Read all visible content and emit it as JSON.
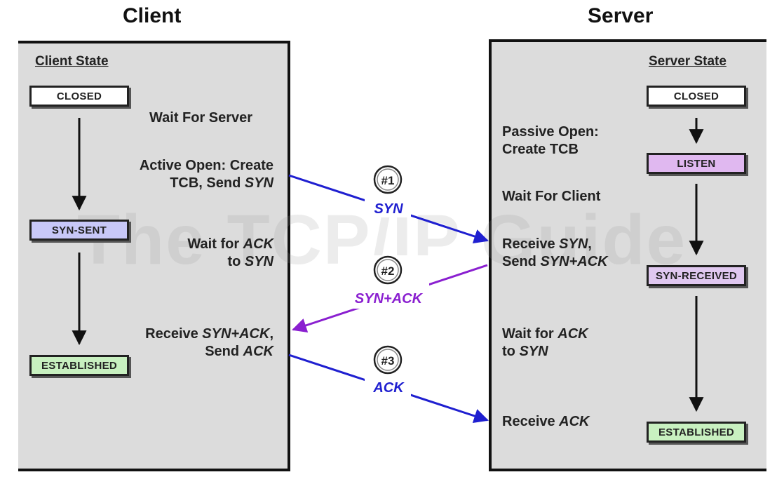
{
  "titles": {
    "client": "Client",
    "server": "Server"
  },
  "client": {
    "state_heading": "Client State",
    "states": [
      "CLOSED",
      "SYN-SENT",
      "ESTABLISHED"
    ],
    "labels": {
      "wait_server": "Wait For Server",
      "active_open_1": "Active Open: Create",
      "active_open_2a": "TCB, Send ",
      "active_open_2b": "SYN",
      "wait_ack_1a": "Wait for ",
      "wait_ack_1b": "ACK",
      "wait_ack_2a": "to ",
      "wait_ack_2b": "SYN",
      "receive_1a": "Receive ",
      "receive_1b": "SYN+ACK",
      "receive_1c": ",",
      "receive_2a": "Send ",
      "receive_2b": "ACK"
    }
  },
  "server": {
    "state_heading": "Server State",
    "states": [
      "CLOSED",
      "LISTEN",
      "SYN-RECEIVED",
      "ESTABLISHED"
    ],
    "labels": {
      "passive_1": "Passive Open:",
      "passive_2": "Create TCB",
      "wait_client": "Wait For Client",
      "recv_syn_1a": "Receive ",
      "recv_syn_1b": "SYN",
      "recv_syn_1c": ",",
      "recv_syn_2a": "Send ",
      "recv_syn_2b": "SYN+ACK",
      "wait_ack_1a": "Wait for ",
      "wait_ack_1b": "ACK",
      "wait_ack_2a": "to ",
      "wait_ack_2b": "SYN",
      "recv_ack_a": "Receive ",
      "recv_ack_b": "ACK"
    }
  },
  "messages": [
    {
      "badge": "#1",
      "label": "SYN",
      "color": "#1f1fd0"
    },
    {
      "badge": "#2",
      "label": "SYN+ACK",
      "color": "#8a1fd0"
    },
    {
      "badge": "#3",
      "label": "ACK",
      "color": "#1f1fd0"
    }
  ],
  "watermark": "The TCP/IP Guide",
  "colors": {
    "closed": "#ffffff",
    "listen": "#e0b8f0",
    "syn_sent": "#c8c8f8",
    "syn_received": "#e0c8f0",
    "established": "#c8f0c0"
  }
}
